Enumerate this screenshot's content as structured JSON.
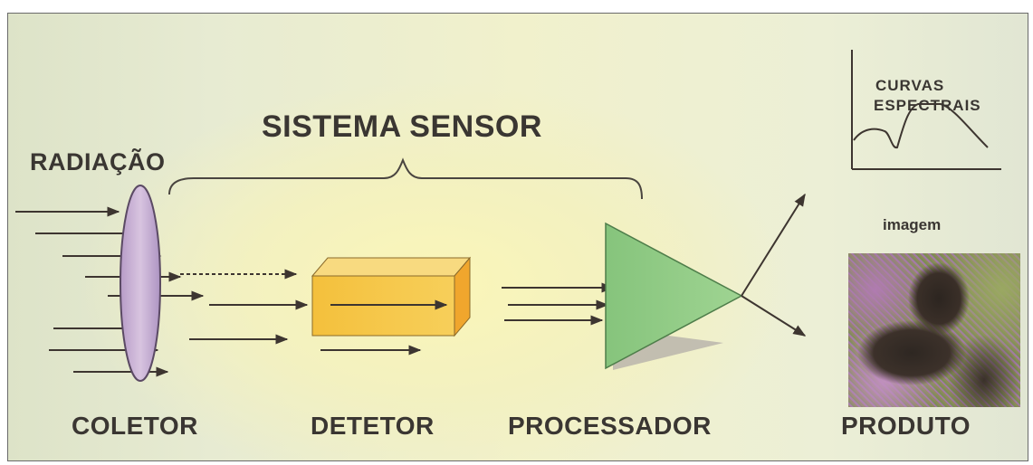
{
  "title": "SISTEMA SENSOR",
  "radiation_label": "RADIAÇÃO",
  "stages": {
    "collector": "COLETOR",
    "detector": "DETETOR",
    "processor": "PROCESSADOR",
    "product": "PRODUTO"
  },
  "spectral_curves": {
    "line1": "CURVAS",
    "line2": "ESPECTRAIS"
  },
  "image_label": "imagem",
  "colors": {
    "lens_fill": "#c9b0d4",
    "detector_front": "#f5c23f",
    "detector_top": "#f7d87a",
    "detector_side": "#f0a930",
    "processor_fill": "#8fcc84",
    "arrow": "#3d3530",
    "text": "#3a3632"
  }
}
